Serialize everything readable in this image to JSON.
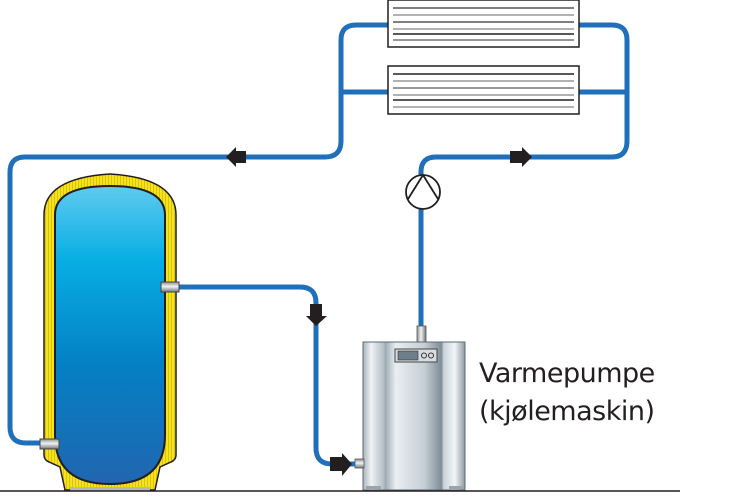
{
  "diagram": {
    "title": "Heat pump cooling circuit",
    "components": {
      "heat_pump": {
        "label_line1": "Varmepumpe",
        "label_line2": "(kjølemaskin)"
      },
      "storage_tank": {
        "name": "accumulator tank"
      },
      "fan_coils": {
        "count": 2
      },
      "circulation_pump": {
        "name": "circulation pump"
      }
    },
    "flow_arrows": [
      "left",
      "right",
      "down",
      "right"
    ],
    "colors": {
      "pipe": "#1f6fba",
      "insulation": "#f4e21a",
      "tank_top": "#35bde8",
      "tank_bottom": "#1e69b3",
      "arrow": "#231f20",
      "heat_pump_body": "#b8c4cc"
    }
  }
}
